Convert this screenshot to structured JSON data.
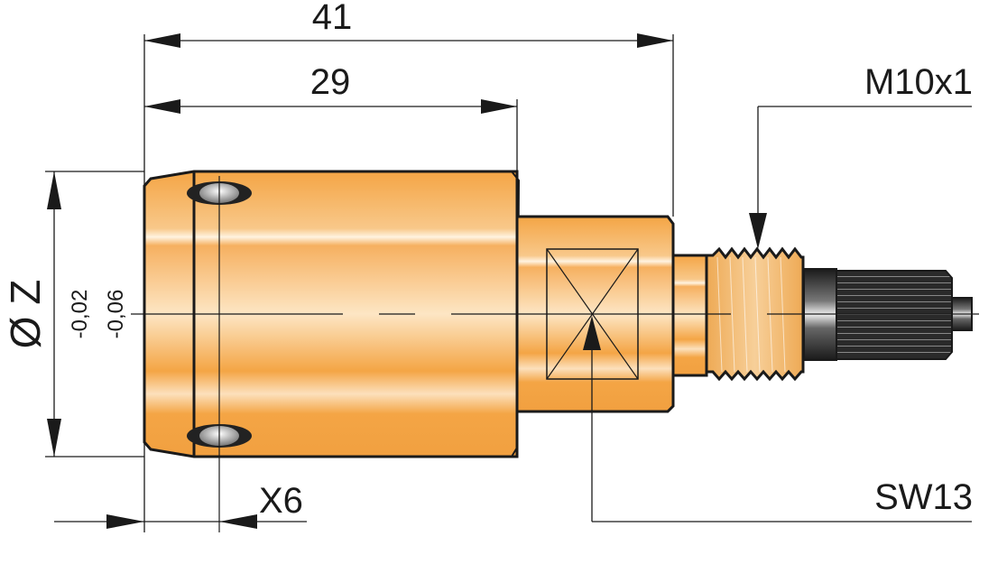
{
  "drawing": {
    "dimensions": {
      "overall_length": "41",
      "body_length": "29",
      "thread": "M10x1",
      "wrench_size": "SW13",
      "diameter_symbol": "Ø",
      "diameter_label": "Z",
      "tolerance_upper": "-0,02",
      "tolerance_lower": "-0,06",
      "offset": "X6"
    },
    "colors": {
      "brass": "#f4a545",
      "brass_light": "#fde6c4",
      "line": "#1a1a1a",
      "steel_dark": "#2a2a2a"
    }
  }
}
